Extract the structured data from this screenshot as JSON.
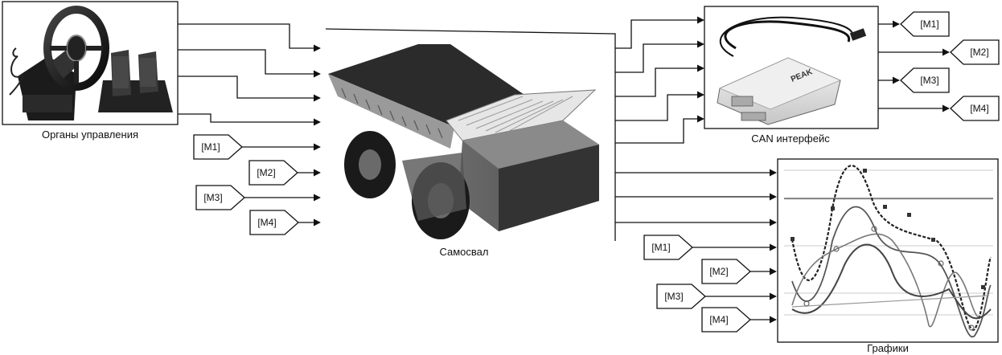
{
  "blocks": {
    "controls": "Органы управления",
    "truck": "Самосвал",
    "can": "CAN интерфейс",
    "graphs": "Графики"
  },
  "tags": {
    "m1": "[M1]",
    "m2": "[M2]",
    "m3": "[M3]",
    "m4": "[M4]"
  },
  "device_labels": {
    "brand": "PEAK"
  }
}
